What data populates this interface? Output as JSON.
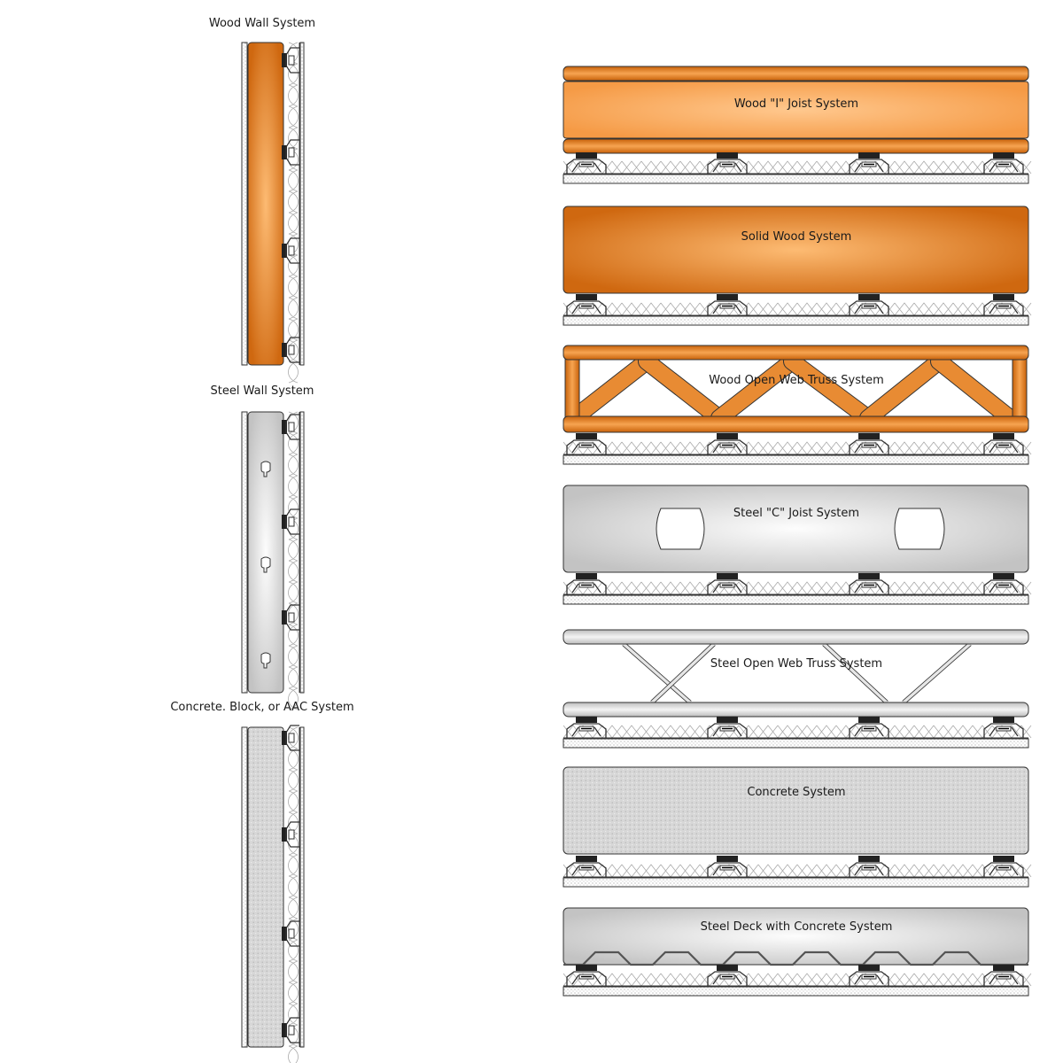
{
  "walls": [
    {
      "key": "wood",
      "label": "Wood Wall System",
      "material": "wood"
    },
    {
      "key": "steel",
      "label": "Steel Wall System",
      "material": "steel"
    },
    {
      "key": "concrete",
      "label": "Concrete. Block, or AAC System",
      "material": "concrete"
    }
  ],
  "floors": [
    {
      "key": "wood-i-joist",
      "label": "Wood \"I\" Joist System",
      "material": "wood-i"
    },
    {
      "key": "solid-wood",
      "label": "Solid Wood System",
      "material": "wood-solid"
    },
    {
      "key": "wood-truss",
      "label": "Wood Open Web Truss System",
      "material": "wood-truss"
    },
    {
      "key": "steel-c-joist",
      "label": "Steel \"C\" Joist System",
      "material": "steel-c"
    },
    {
      "key": "steel-truss",
      "label": "Steel Open Web Truss System",
      "material": "steel-truss"
    },
    {
      "key": "concrete",
      "label": "Concrete System",
      "material": "concrete"
    },
    {
      "key": "steel-deck",
      "label": "Steel Deck with Concrete System",
      "material": "steel-deck"
    }
  ],
  "colors": {
    "wood_dark": "#c8620a",
    "wood_light": "#fbb060",
    "steel_dark": "#c4c4c4",
    "steel_light": "#fbfbfb",
    "concrete": "#d6d6d6",
    "line": "#333333"
  }
}
